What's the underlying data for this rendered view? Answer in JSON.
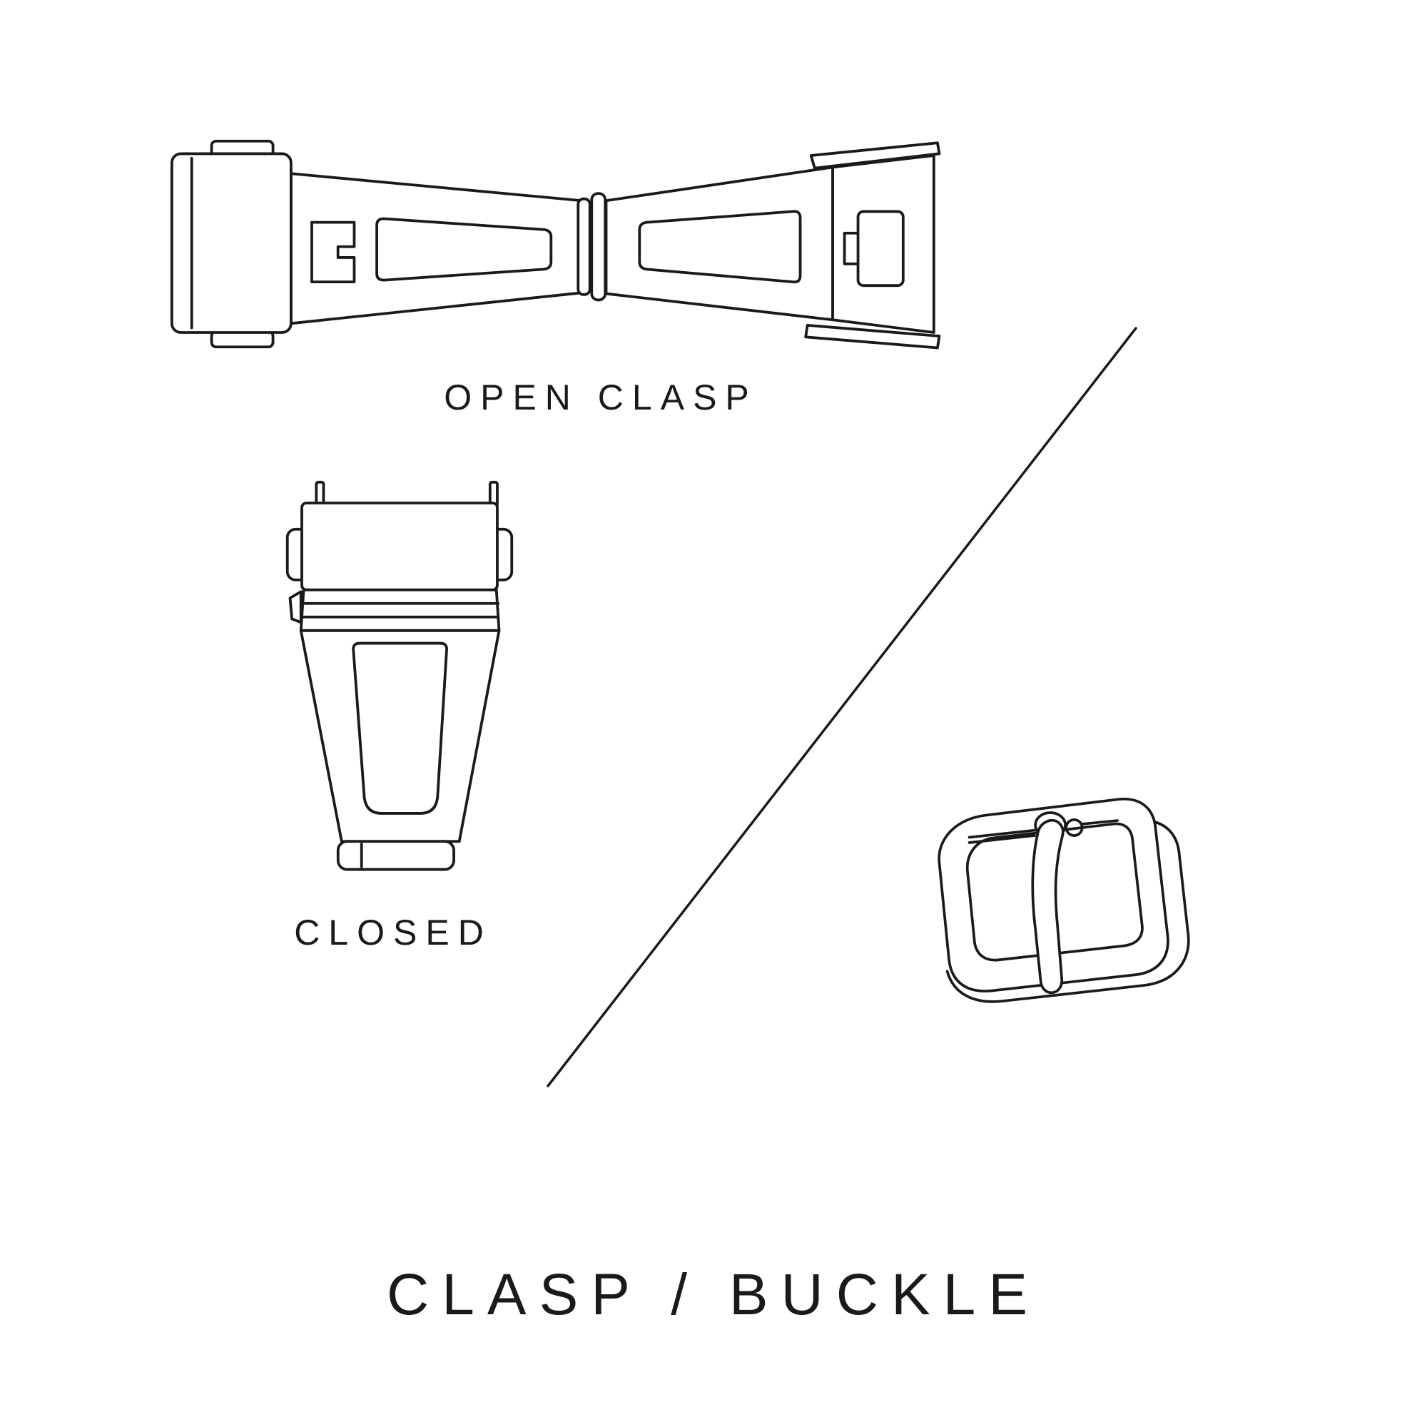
{
  "diagram": {
    "title": "CLASP / BUCKLE",
    "labels": {
      "open_clasp": "OPEN CLASP",
      "closed_clasp": "CLOSED"
    },
    "illustrations": {
      "open_clasp": "open-clasp-drawing",
      "closed_clasp": "closed-clasp-drawing",
      "buckle": "tang-buckle-drawing"
    },
    "colors": {
      "line": "#1a1a1a",
      "background": "#ffffff"
    }
  }
}
